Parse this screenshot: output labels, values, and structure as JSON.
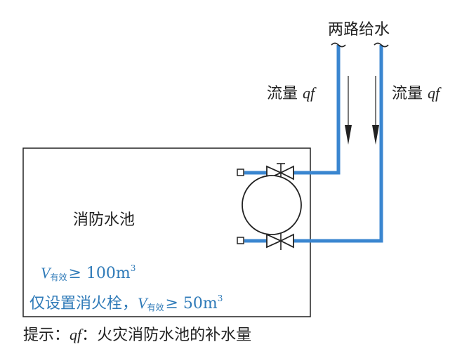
{
  "colors": {
    "pipe": "#3a86d0",
    "line": "#222222",
    "note_text": "#2e7ab8",
    "background": "#ffffff"
  },
  "labels": {
    "supply": "两路给水",
    "flow_word": "流量",
    "flow_symbol": "qf",
    "pool": "消防水池"
  },
  "conditions": {
    "v_symbol": "V",
    "v_subscript": "有效",
    "ge": "≥",
    "row1_value": "100m",
    "cube": "3",
    "row2_prefix": "仅设置消火栓，",
    "row2_value": "50m"
  },
  "note": {
    "prefix": "提示：",
    "symbol": "qf",
    "rest": "：火灾消防水池的补水量"
  }
}
